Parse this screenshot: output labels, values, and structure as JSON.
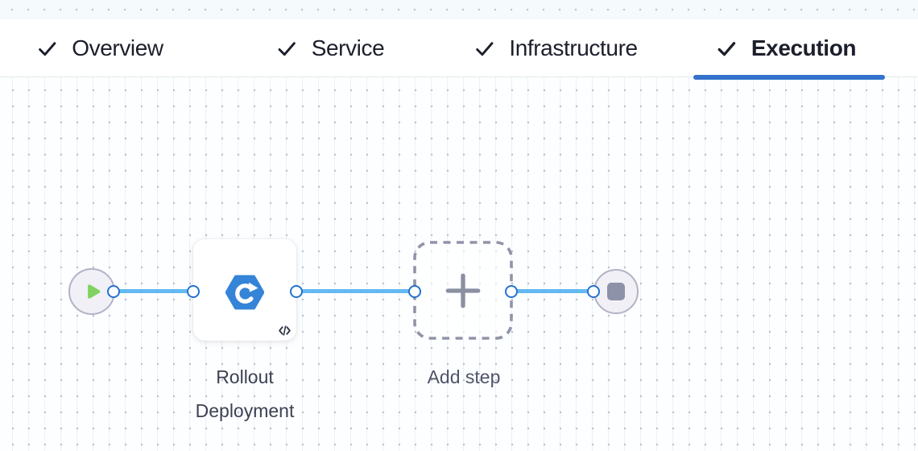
{
  "header": {
    "tabs": [
      {
        "label": "Overview",
        "state": "completed",
        "active": false
      },
      {
        "label": "Service",
        "state": "completed",
        "active": false
      },
      {
        "label": "Infrastructure",
        "state": "completed",
        "active": false
      },
      {
        "label": "Execution",
        "state": "completed",
        "active": true
      }
    ]
  },
  "pipeline": {
    "start_node": {
      "icon": "play-icon"
    },
    "step": {
      "label": "Rollout Deployment",
      "icon": "kubernetes-rollout-icon",
      "badge": "code-icon"
    },
    "add_step": {
      "label": "Add step",
      "icon": "plus-icon"
    },
    "end_node": {
      "icon": "stop-square-icon"
    }
  },
  "colors": {
    "active_tab_underline": "#3473cd",
    "tab_text": "#1c1f2b",
    "connector_blue": "#65b9f1",
    "port_border_blue": "#2472d0",
    "play_green": "#80d35e",
    "step_icon_blue": "#3584d7",
    "node_fill": "#f0f0f6",
    "node_border": "#b3b2c6",
    "stop_square_gray": "#8e92a9",
    "dashed_border_gray": "#9094a8",
    "step_label_color": "#3d4153",
    "add_step_label_color": "#50546a"
  }
}
